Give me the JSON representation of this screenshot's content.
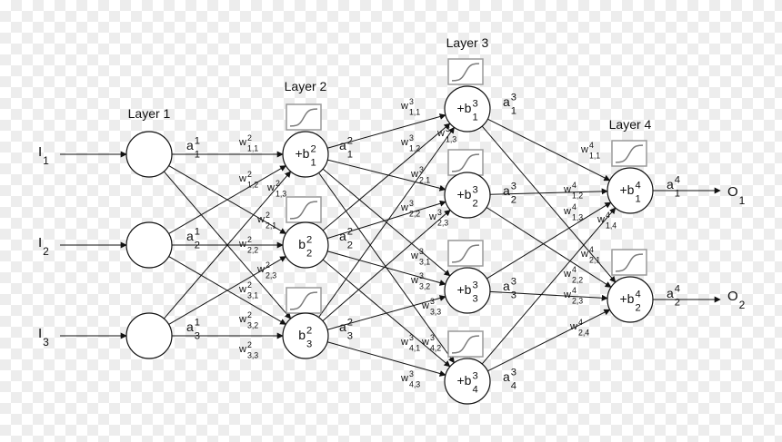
{
  "colors": {
    "line": "#111111",
    "sigmoid": "#7d7d7d",
    "background_checker": "#ededed"
  },
  "layers": [
    {
      "title": "Layer 1",
      "nodes": [
        {
          "main": "",
          "sup": "",
          "sub": ""
        },
        {
          "main": "",
          "sup": "",
          "sub": ""
        },
        {
          "main": "",
          "sup": "",
          "sub": ""
        }
      ]
    },
    {
      "title": "Layer 2",
      "nodes": [
        {
          "main": "+b",
          "sup": "2",
          "sub": "1"
        },
        {
          "main": "b",
          "sup": "2",
          "sub": "2"
        },
        {
          "main": "b",
          "sup": "2",
          "sub": "3"
        }
      ]
    },
    {
      "title": "Layer 3",
      "nodes": [
        {
          "main": "+b",
          "sup": "3",
          "sub": "1"
        },
        {
          "main": "+b",
          "sup": "3",
          "sub": "2"
        },
        {
          "main": "+b",
          "sup": "3",
          "sub": "3"
        },
        {
          "main": "+b",
          "sup": "3",
          "sub": "4"
        }
      ]
    },
    {
      "title": "Layer 4",
      "nodes": [
        {
          "main": "+b",
          "sup": "4",
          "sub": "1"
        },
        {
          "main": "+b",
          "sup": "4",
          "sub": "2"
        }
      ]
    }
  ],
  "inputs": [
    {
      "main": "I",
      "sub": "1"
    },
    {
      "main": "I",
      "sub": "2"
    },
    {
      "main": "I",
      "sub": "3"
    }
  ],
  "outputs": [
    {
      "main": "O",
      "sub": "1"
    },
    {
      "main": "O",
      "sub": "2"
    }
  ],
  "activations": [
    [
      {
        "main": "a",
        "sup": "1",
        "sub": "1"
      },
      {
        "main": "a",
        "sup": "1",
        "sub": "2"
      },
      {
        "main": "a",
        "sup": "1",
        "sub": "3"
      }
    ],
    [
      {
        "main": "a",
        "sup": "2",
        "sub": "1"
      },
      {
        "main": "a",
        "sup": "2",
        "sub": "2"
      },
      {
        "main": "a",
        "sup": "2",
        "sub": "3"
      }
    ],
    [
      {
        "main": "a",
        "sup": "3",
        "sub": "1"
      },
      {
        "main": "a",
        "sup": "3",
        "sub": "2"
      },
      {
        "main": "a",
        "sup": "3",
        "sub": "3"
      },
      {
        "main": "a",
        "sup": "3",
        "sub": "4"
      }
    ],
    [
      {
        "main": "a",
        "sup": "4",
        "sub": "1"
      },
      {
        "main": "a",
        "sup": "4",
        "sub": "2"
      }
    ]
  ],
  "weights": [
    {
      "sup": "2",
      "sub": "1,1"
    },
    {
      "sup": "2",
      "sub": "1,2"
    },
    {
      "sup": "2",
      "sub": "1,3"
    },
    {
      "sup": "2",
      "sub": "2,1"
    },
    {
      "sup": "2",
      "sub": "2,2"
    },
    {
      "sup": "2",
      "sub": "2,3"
    },
    {
      "sup": "2",
      "sub": "3,1"
    },
    {
      "sup": "2",
      "sub": "3,2"
    },
    {
      "sup": "2",
      "sub": "3,3"
    },
    {
      "sup": "3",
      "sub": "1,1"
    },
    {
      "sup": "3",
      "sub": "1,2"
    },
    {
      "sup": "3",
      "sub": "1,3"
    },
    {
      "sup": "3",
      "sub": "2,1"
    },
    {
      "sup": "3",
      "sub": "2,2"
    },
    {
      "sup": "3",
      "sub": "2,3"
    },
    {
      "sup": "3",
      "sub": "3,1"
    },
    {
      "sup": "3",
      "sub": "3,2"
    },
    {
      "sup": "3",
      "sub": "3,3"
    },
    {
      "sup": "3",
      "sub": "4,1"
    },
    {
      "sup": "3",
      "sub": "4,2"
    },
    {
      "sup": "3",
      "sub": "4,3"
    },
    {
      "sup": "4",
      "sub": "1,1"
    },
    {
      "sup": "4",
      "sub": "1,2"
    },
    {
      "sup": "4",
      "sub": "1,3"
    },
    {
      "sup": "4",
      "sub": "1,4"
    },
    {
      "sup": "4",
      "sub": "2,1"
    },
    {
      "sup": "4",
      "sub": "2,2"
    },
    {
      "sup": "4",
      "sub": "2,3"
    },
    {
      "sup": "4",
      "sub": "2,4"
    }
  ]
}
